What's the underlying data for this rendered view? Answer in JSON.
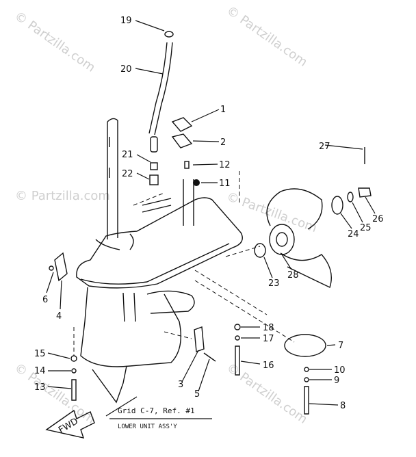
{
  "watermark": {
    "text": "© Partzilla.com",
    "color": "#cfcfcf"
  },
  "callouts": [
    "1",
    "2",
    "3",
    "4",
    "5",
    "6",
    "7",
    "8",
    "9",
    "10",
    "11",
    "12",
    "13",
    "14",
    "15",
    "16",
    "17",
    "18",
    "19",
    "20",
    "21",
    "22",
    "23",
    "24",
    "25",
    "26",
    "27",
    "28"
  ],
  "fwd_label": "FWD",
  "note": {
    "line1": "Grid C-7, Ref. #1",
    "line2": "LOWER UNIT ASS'Y"
  }
}
